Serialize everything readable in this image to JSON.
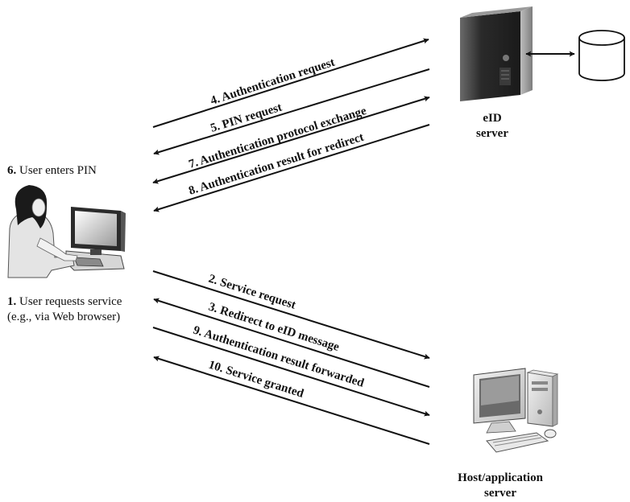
{
  "user": {
    "step6_num": "6.",
    "step6_text": "User enters PIN",
    "step1_num": "1.",
    "step1_line1": "User requests service",
    "step1_line2": "(e.g., via Web browser)"
  },
  "eid_server": {
    "line1": "eID",
    "line2": "server"
  },
  "host_server": {
    "line1": "Host/application",
    "line2": "server"
  },
  "messages": {
    "m4": "4. Authentication request",
    "m5": "5. PIN request",
    "m7": "7. Authentication protocol exchange",
    "m8": "8. Authentication result for redirect",
    "m2": "2. Service request",
    "m3": "3. Redirect to eID message",
    "m9": "9. Authentication result forwarded",
    "m10": "10. Service granted"
  },
  "icons": {
    "user": "user-at-computer-icon",
    "eid": "tower-server-icon",
    "db": "database-cylinder-icon",
    "host": "desktop-computer-icon"
  }
}
